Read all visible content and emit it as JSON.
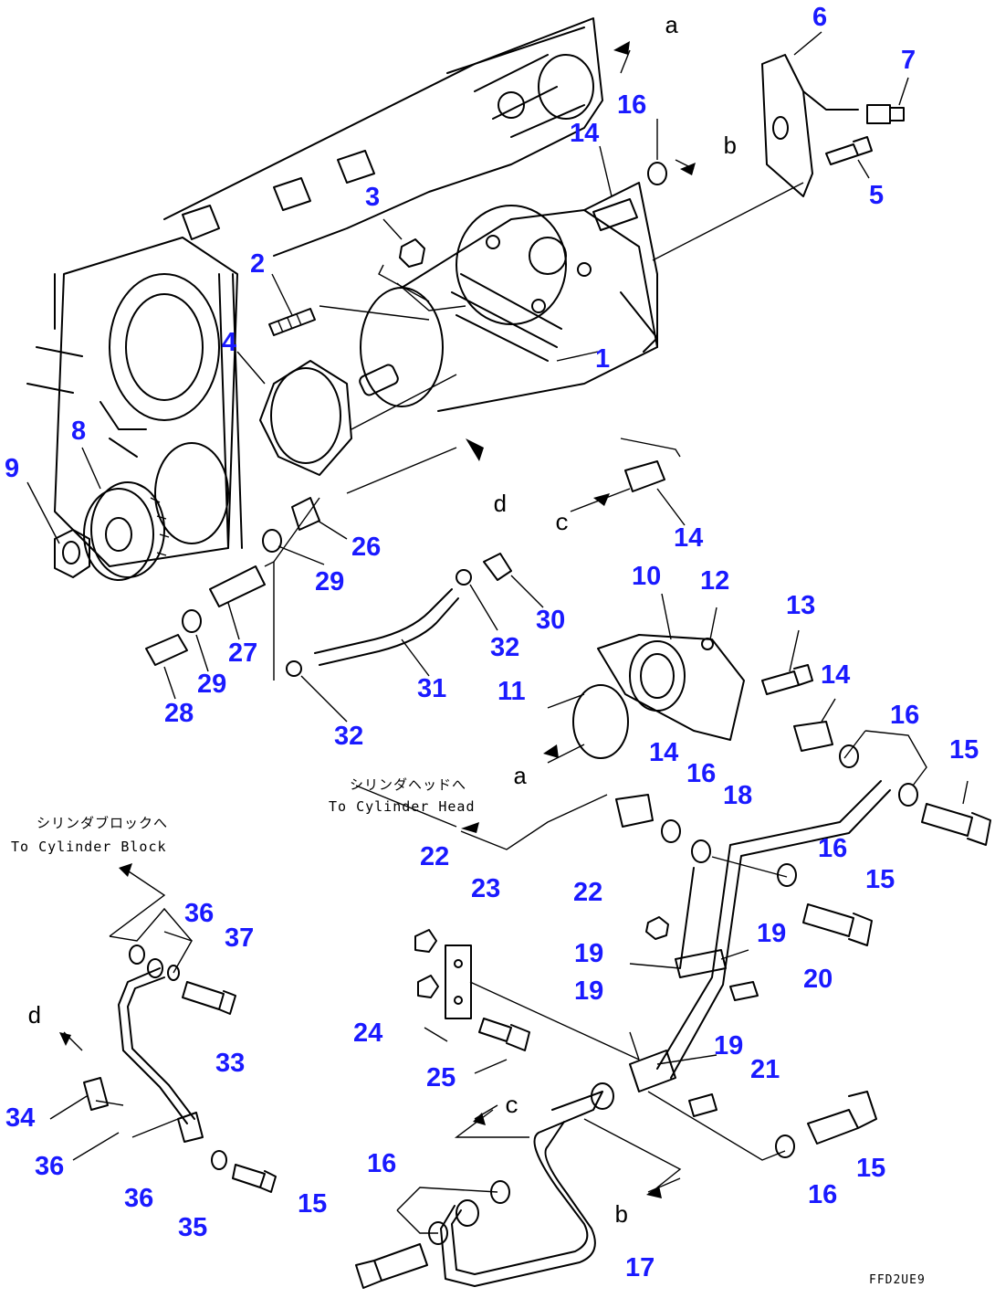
{
  "diagram": {
    "drawing_code": "FFD2UE9",
    "part_numbers": {
      "p1": "1",
      "p2": "2",
      "p3": "3",
      "p4": "4",
      "p5": "5",
      "p6": "6",
      "p7": "7",
      "p8": "8",
      "p9": "9",
      "p10": "10",
      "p11": "11",
      "p12": "12",
      "p13": "13",
      "p14a": "14",
      "p14b": "14",
      "p14c": "14",
      "p14d": "14",
      "p15a": "15",
      "p15b": "15",
      "p15c": "15",
      "p15d": "15",
      "p16a": "16",
      "p16b": "16",
      "p16c": "16",
      "p16d": "16",
      "p16e": "16",
      "p16f": "16",
      "p17": "17",
      "p18": "18",
      "p19a": "19",
      "p19b": "19",
      "p19c": "19",
      "p19d": "19",
      "p20": "20",
      "p21": "21",
      "p22a": "22",
      "p22b": "22",
      "p23": "23",
      "p24": "24",
      "p25": "25",
      "p26": "26",
      "p27": "27",
      "p28": "28",
      "p29a": "29",
      "p29b": "29",
      "p30": "30",
      "p31": "31",
      "p32a": "32",
      "p32b": "32",
      "p33": "33",
      "p34": "34",
      "p35": "35",
      "p36a": "36",
      "p36b": "36",
      "p36c": "36",
      "p37": "37"
    },
    "connection_letters": {
      "a_top": "a",
      "b_top": "b",
      "d_mid": "d",
      "c_mid": "c",
      "a_mid": "a",
      "d_left": "d",
      "c_bottom": "c",
      "b_bottom": "b"
    },
    "notes": {
      "cylinder_head_jp": "シリンダヘッドへ",
      "cylinder_head_en": "To Cylinder Head",
      "cylinder_block_jp": "シリンダブロックへ",
      "cylinder_block_en": "To Cylinder Block"
    }
  }
}
